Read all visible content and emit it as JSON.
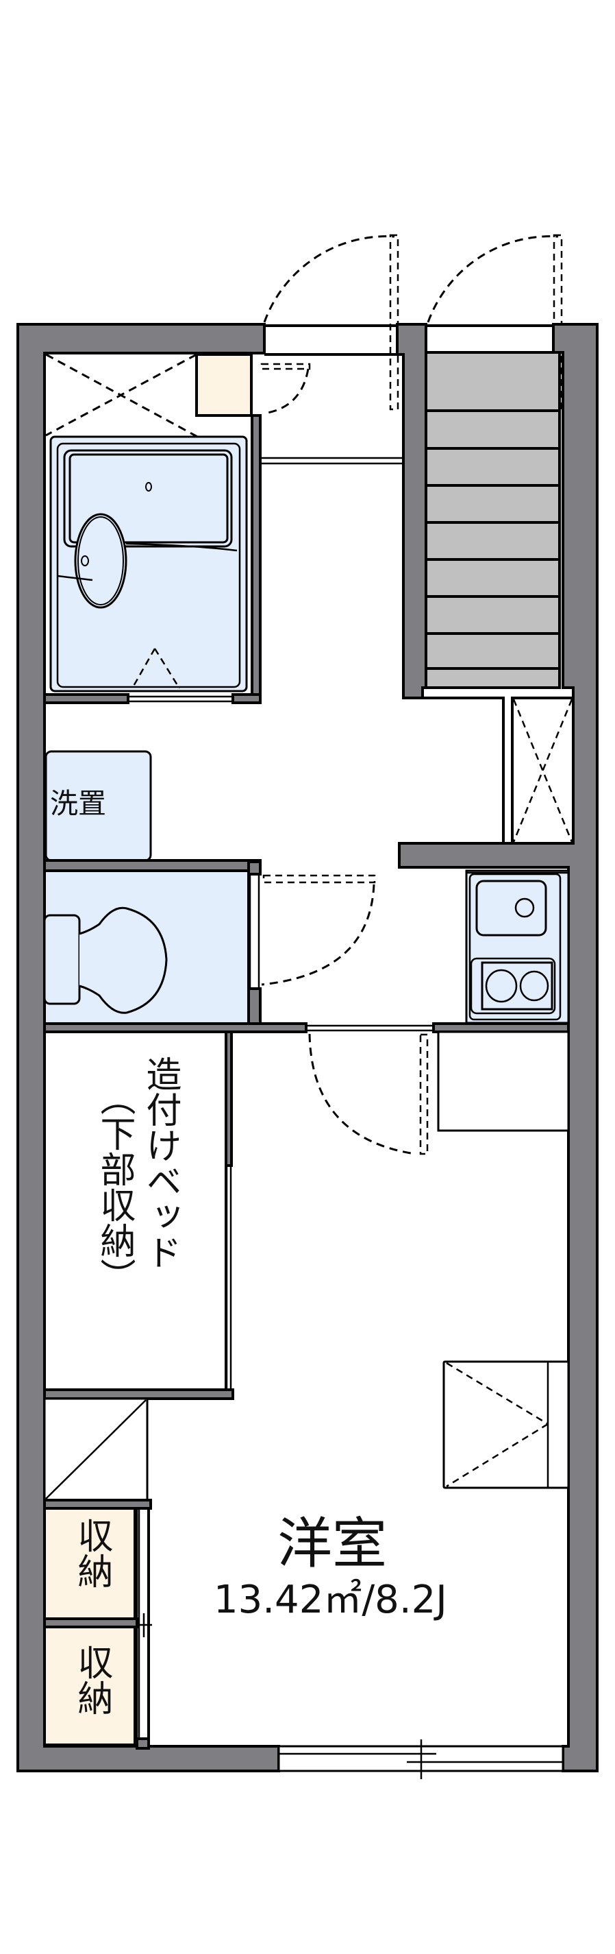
{
  "floorplan": {
    "colors": {
      "wall": "#7f7e83",
      "stairs": "#c0c0c0",
      "wet_area": "#e3eefc",
      "storage": "#fef4e3",
      "background": "#ffffff"
    },
    "rooms": {
      "main_room": {
        "label": "洋室",
        "area": "13.42㎡/8.2J"
      },
      "washer_space": {
        "label": "洗置"
      },
      "built_in_bed": {
        "label_col1": "造付けベッド",
        "label_col2": "（下部収納）"
      },
      "storage_upper": {
        "label": "収納"
      },
      "storage_lower": {
        "label": "収納"
      }
    },
    "fixtures": [
      "bathtub-unit",
      "toilet",
      "kitchen-sink",
      "two-burner-stove",
      "stairs",
      "entrance-door",
      "stair-door",
      "window"
    ]
  }
}
